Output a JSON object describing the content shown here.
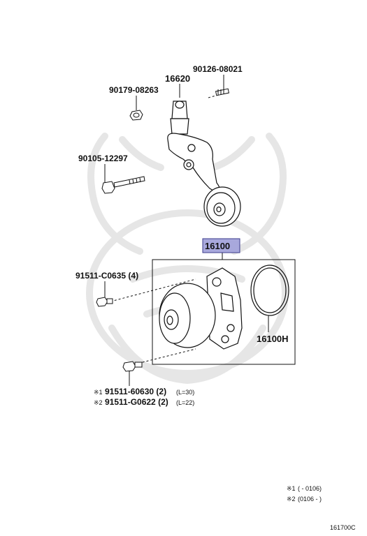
{
  "parts": {
    "p90126": "90126-08021",
    "p16620": "16620",
    "p90179": "90179-08263",
    "p90105": "90105-12297",
    "p16100": "16100",
    "p91511c": "91511-C0635 (4)",
    "p16100h": "16100H",
    "p91511_60630_mark": "※1",
    "p91511_60630": "91511-60630 (2)",
    "p91511_60630_len": "(L=30)",
    "p91511_g0622_mark": "※2",
    "p91511_g0622": "91511-G0622 (2)",
    "p91511_g0622_len": "(L=22)"
  },
  "notes": {
    "note1_mark": "※1",
    "note1_range": "(        - 0106)",
    "note2_mark": "※2",
    "note2_range": "(0106 -        )"
  },
  "figure_code": "161700C",
  "colors": {
    "highlight_box": "#a8a8dc",
    "highlight_border": "#3c3c8c",
    "watermark": "#e6e6e6",
    "line": "#111111"
  }
}
